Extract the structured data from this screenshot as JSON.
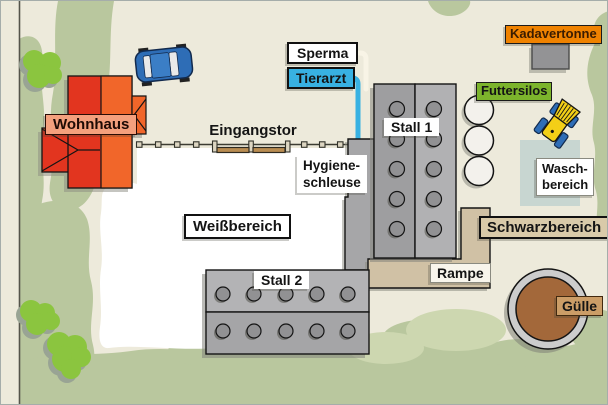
{
  "diagram": {
    "labels": {
      "sperma": "Sperma",
      "tierarzt": "Tierarzt",
      "eingangstor": "Eingangstor",
      "wohnhaus": "Wohnhaus",
      "stall_1": "Stall 1",
      "stall_2": "Stall 2",
      "hygieneschleuse": {
        "line1": "Hygiene-",
        "line2": "schleuse"
      },
      "weissbereich": "Weißbereich",
      "schwarzbereich": "Schwarzbereich",
      "rampe": "Rampe",
      "kadavertonne": "Kadavertonne",
      "futtersilos": "Futtersilos",
      "waschbereich": {
        "line1": "Wasch-",
        "line2": "bereich"
      },
      "guelle": "Gülle"
    },
    "icons": {
      "car": "car-icon",
      "tractor": "tractor-icon",
      "bush": "bush-icon",
      "silo": "silo-icon",
      "slurry_pit": "slurry-pit-icon",
      "carcass_bin": "carcass-bin-icon",
      "fence_gate": "entrance-gate-icon"
    },
    "colors": {
      "background_beige": "#edeadb",
      "grass_green": "#b9c79e",
      "bush_green": "#8bc53f",
      "white_zone": "#ffffff",
      "building_gray": "#ababad",
      "ramp_tan": "#d0c1a5",
      "house_red": "#e2351f",
      "house_orange": "#f1662a",
      "label_orange": "#ef8200",
      "label_green": "#7cb42c",
      "label_cyan": "#38b1e2",
      "label_tan": "#d9caa9",
      "guelle_brown": "#a3683a",
      "wash_blue": "#c8d6d1",
      "vet_line_blue": "#38b1e2",
      "sperma_line_cream": "#f8f4e6"
    }
  }
}
